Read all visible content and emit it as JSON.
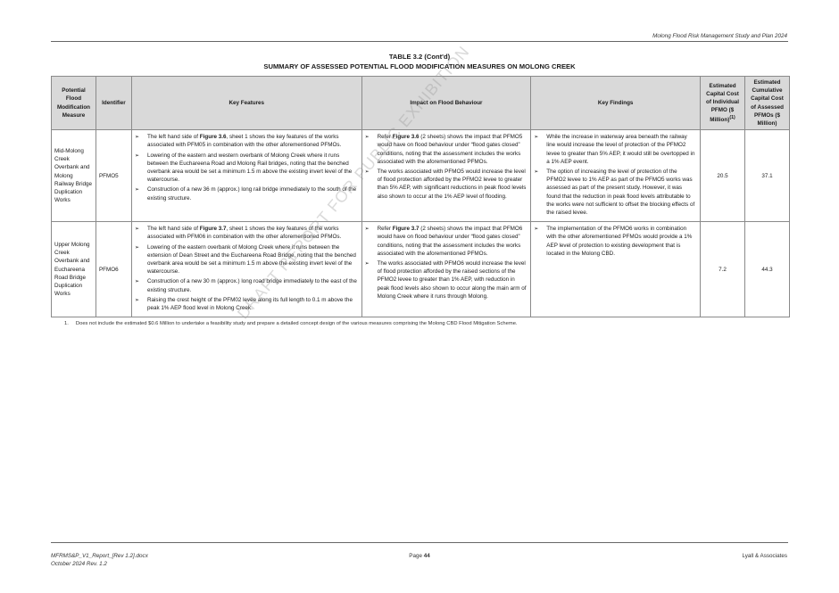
{
  "header": {
    "report_title": "Molong Flood Risk Management Study and Plan 2024"
  },
  "table": {
    "title_line1": "TABLE 3.2 (Cont'd)",
    "title_line2": "SUMMARY OF ASSESSED POTENTIAL FLOOD MODIFICATION MEASURES ON MOLONG CREEK",
    "headers": {
      "measure": "Potential Flood Modification Measure",
      "identifier": "Identifier",
      "features": "Key Features",
      "impact": "Impact on Flood Behaviour",
      "findings": "Key Findings",
      "cost_individual": "Estimated Capital Cost of Individual PFMO ($ Million)",
      "cost_individual_sup": "(1)",
      "cost_cumulative": "Estimated Cumulative Capital Cost of Assessed PFMOs ($ Million)"
    },
    "rows": [
      {
        "measure": "Mid-Molong Creek Overbank and Molong Railway Bridge Duplication Works",
        "identifier": "PFMO5",
        "features": [
          "The left hand side of Figure 3.6, sheet 1 shows the key features of the works associated with PFM05 in combination with the other aforementioned PFMOs.",
          "Lowering of the eastern and western overbank of Molong Creek where it runs between the Euchareena Road and Molong Rail bridges, noting that the benched overbank area would be set a minimum 1.5 m above the existing invert level of the watercourse.",
          "Construction of a new 36 m (approx.) long rail bridge immediately to the south of the existing structure."
        ],
        "impact": [
          "Refer Figure 3.6 (2 sheets) shows the impact that PFMO5 would have on flood behaviour under “flood gates closed” conditions, noting that the assessment includes the works associated with the aforementioned PFMOs.",
          "The works associated with PFMO5 would increase the level of flood protection afforded by the PFMO2 levee to greater than 5% AEP, with significant reductions in peak flood levels also shown to occur at the 1% AEP level of flooding."
        ],
        "findings": [
          "While the increase in waterway area beneath the railway line would increase the level of protection of the PFMO2 levee to greater than 5% AEP, it would still be overtopped in a 1% AEP event.",
          "The option of increasing the level of protection of the PFMO2 levee to 1% AEP as part of the PFMO5 works was assessed as part of the present study.  However, it was found that the reduction in peak flood levels attributable to the works were not sufficient to offset the blocking effects of the raised levee."
        ],
        "cost_individual": "20.5",
        "cost_cumulative": "37.1"
      },
      {
        "measure": "Upper Molong Creek Overbank and Euchareena Road Bridge Duplication Works",
        "identifier": "PFMO6",
        "features": [
          "The left hand side of Figure 3.7, sheet 1 shows the key features of the works associated with PFM06 in combination with the other aforementioned PFMOs.",
          "Lowering of the eastern overbank of Molong Creek where it runs between the extension of Dean Street and the Euchareena Road Bridge, noting that the benched overbank area would be set a minimum 1.5 m above the existing invert level of the watercourse.",
          "Construction of a new 30 m (approx.) long road bridge immediately to the east of the existing structure.",
          "Raising the crest height of the PFM02 levee along its full length to 0.1 m above the peak 1% AEP flood level in Molong Creek."
        ],
        "impact": [
          "Refer Figure 3.7 (2 sheets) shows the impact that PFMO6 would have on flood behaviour under “flood gates closed” conditions, noting that the assessment includes the works associated with the aforementioned PFMOs.",
          "The works associated with PFMO6 would increase the level of flood protection afforded by the raised sections of the PFMO2 levee to greater than 1% AEP, with reduction in peak flood levels also shown to occur along the main arm of Molong Creek where it runs through Molong."
        ],
        "findings": [
          "The implementation of the PFMO6 works in combination with the other aforementioned PFMOs would provide a 1% AEP level of protection to existing development that is located in the Molong CBD."
        ],
        "cost_individual": "7.2",
        "cost_cumulative": "44.3"
      }
    ],
    "footnote_number": "1.",
    "footnote_text": "Does not include the estimated $0.6 Million to undertake a feasibility study and prepare a detailed concept design of the various measures comprising the Molong CBD Flood Mitigation Scheme."
  },
  "watermark": "DRAFT REPORT FOR PUBLIC EXHIBITION",
  "footer": {
    "filename": "MFRMS&P_V1_Report_[Rev 1.2].docx",
    "date_rev": "October 2024   Rev. 1.2",
    "page_label": "Page",
    "page_number": "44",
    "company": "Lyall & Associates"
  }
}
